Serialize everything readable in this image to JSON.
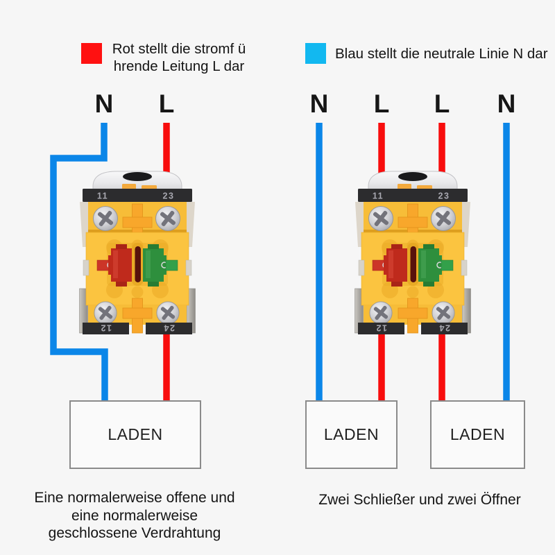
{
  "legend": {
    "items": [
      {
        "swatch_color": "#ff1111",
        "lines": [
          "Rot stellt die stromf ü",
          "hrende Leitung L dar"
        ]
      },
      {
        "swatch_color": "#12b8f0",
        "lines": [
          "Blau stellt die neutrale Linie N dar"
        ]
      }
    ]
  },
  "colors": {
    "live_wire": "#f80d0d",
    "neutral_wire": "#0b86e8"
  },
  "switch": {
    "terminals": {
      "top_left": "11",
      "top_right": "23",
      "bottom_left": "12",
      "bottom_right": "24"
    }
  },
  "diagrams": {
    "left": {
      "wire_labels": [
        "N",
        "L"
      ],
      "load_box": "LADEN",
      "caption_lines": [
        "Eine normalerweise offene und",
        "eine normalerweise",
        "geschlossene Verdrahtung"
      ]
    },
    "right": {
      "wire_labels": [
        "N",
        "L",
        "L",
        "N"
      ],
      "load_boxes": [
        "LADEN",
        "LADEN"
      ],
      "caption": "Zwei Schließer und zwei Öffner"
    }
  }
}
